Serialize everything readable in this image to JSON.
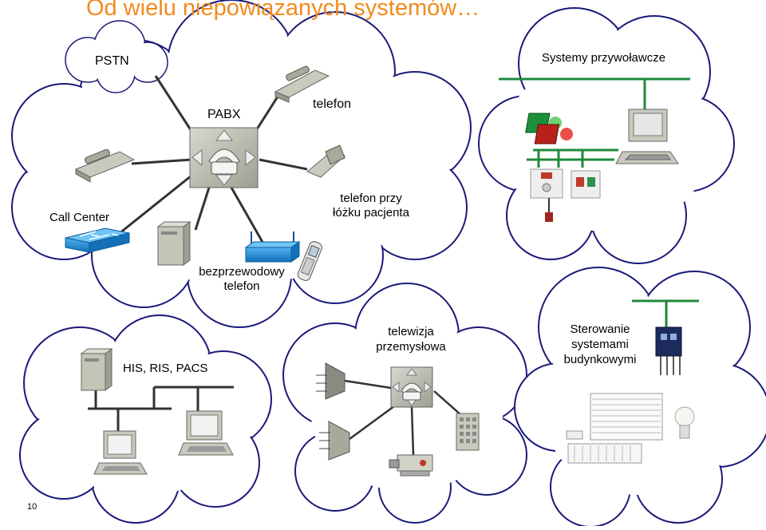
{
  "title": "Od wielu niepowiązanych systemów…",
  "page_number": "10",
  "labels": {
    "pstn": "PSTN",
    "pabx": "PABX",
    "telefon": "telefon",
    "call_center": "Call Center",
    "bedside_phone_line1": "telefon przy",
    "bedside_phone_line2": "łóżku pacjenta",
    "wireless_line1": "bezprzewodowy",
    "wireless_line2": "telefon",
    "paging": "Systemy przywoławcze",
    "his": "HIS, RIS, PACS",
    "cctv_line1": "telewizja",
    "cctv_line2": "przemysłowa",
    "bms_line1": "Sterowanie",
    "bms_line2": "systemami",
    "bms_line3": "budynkowymi"
  },
  "colors": {
    "title": "#f28b1e",
    "cloud_stroke": "#1a1a7a",
    "network_line": "#1f8a3c",
    "link_line": "#333333",
    "device_grey": "#b9b9ad",
    "switch_blue": "#1d87d1"
  }
}
